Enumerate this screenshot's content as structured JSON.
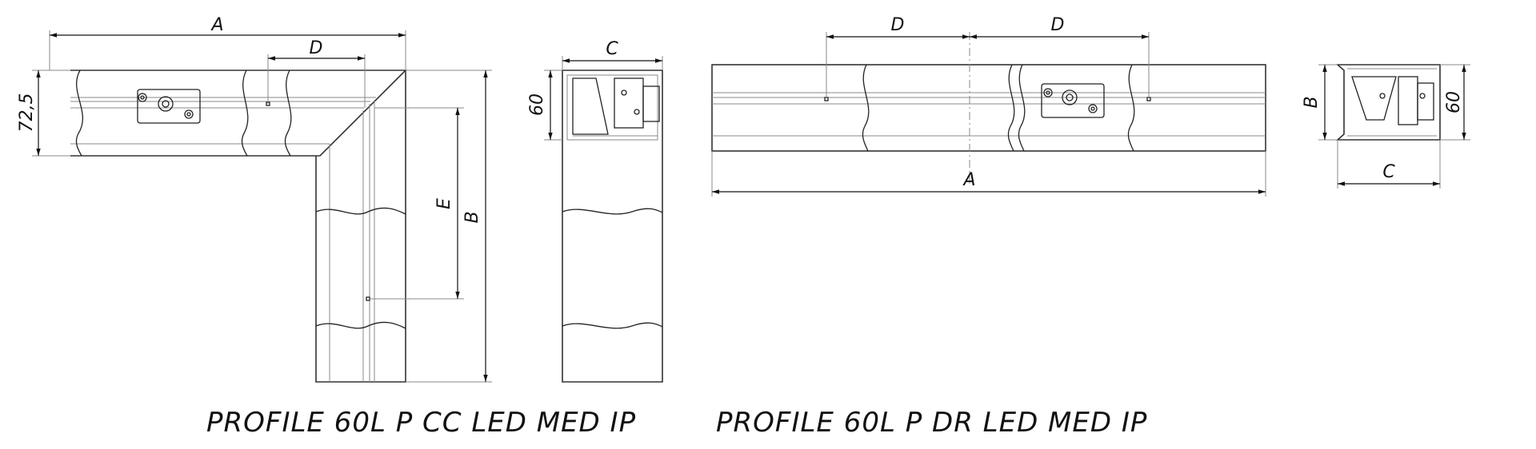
{
  "left_drawing": {
    "caption": "PROFILE 60L P CC LED MED IP",
    "dims": {
      "a": "A",
      "d": "D",
      "height": "72,5",
      "c": "C",
      "sixty": "60",
      "e": "E",
      "b": "B"
    }
  },
  "right_drawing": {
    "caption": "PROFILE 60L P DR LED MED IP",
    "dims": {
      "d1": "D",
      "d2": "D",
      "a": "A",
      "b": "B",
      "sixty": "60",
      "c": "C"
    }
  },
  "icons": [
    "arrowhead-icon"
  ]
}
